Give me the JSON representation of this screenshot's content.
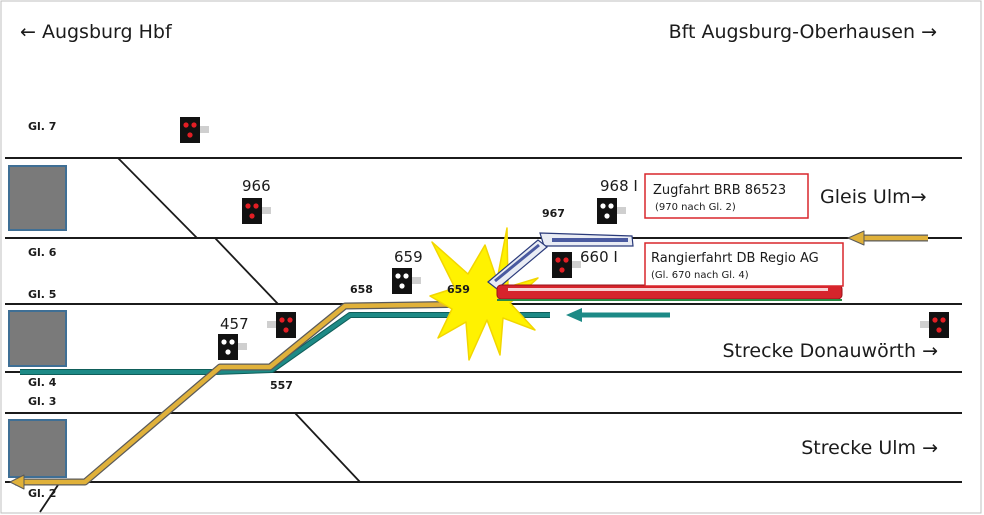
{
  "directions": {
    "left": "← Augsburg Hbf",
    "right": "Bft Augsburg-Oberhausen →"
  },
  "tracks": {
    "gl7": "Gl. 7",
    "gl6": "Gl. 6",
    "gl5": "Gl. 5",
    "gl4": "Gl. 4",
    "gl3": "Gl. 3",
    "gl2": "Gl. 2"
  },
  "destinations": {
    "gleis_ulm": "Gleis  Ulm→",
    "strecke_donauwoerth": "Strecke Donauwörth →",
    "strecke_ulm": "Strecke Ulm →"
  },
  "signals": {
    "s966": "966",
    "s968": "968 I",
    "s659": "659",
    "s660": "660 I",
    "s457": "457"
  },
  "points": {
    "p967": "967",
    "p658": "658",
    "p659": "659",
    "p557": "557"
  },
  "callouts": {
    "brb_title": "Zugfahrt BRB 86523",
    "brb_sub": "(970 nach Gl. 2)",
    "db_title": "Rangierfahrt DB Regio AG",
    "db_sub": "(Gl. 670 nach Gl. 4)"
  },
  "colors": {
    "route_gold": "#e0b13a",
    "route_teal": "#1d8a86",
    "callout_border": "#d9262c",
    "crash": "#fff200",
    "platform": "#7a7a7a",
    "platform_border": "#3f6f95"
  }
}
